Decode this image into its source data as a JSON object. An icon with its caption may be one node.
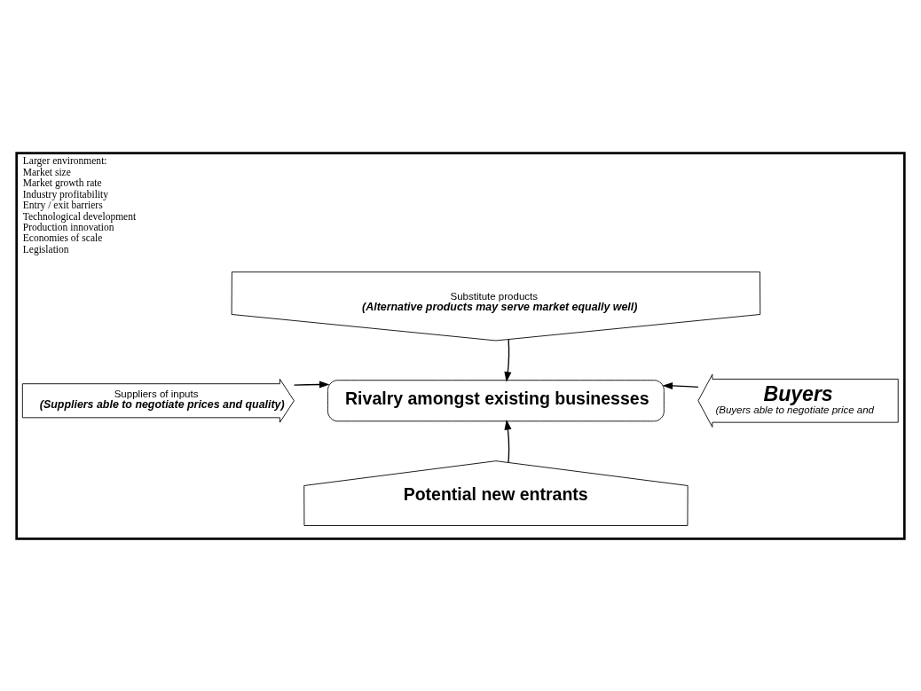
{
  "diagram": {
    "nodes": [
      {
        "text": [
          "Larger environment:",
          "Market size",
          "Market growth rate",
          "Industry profitability",
          "Entry / exit barriers",
          "Technological development",
          "Production innovation",
          "Economies of scale",
          "Legislation"
        ]
      },
      {
        "text": [
          "Substitute products",
          "(Alternative products may serve market equally well)"
        ],
        "in": 0
      },
      {
        "text": [
          "Suppliers of inputs",
          "(Suppliers able to negotiate prices and quality)"
        ],
        "in": 0
      },
      {
        "text": [
          "Rivalry amongst existing businesses"
        ],
        "in": 0
      },
      {
        "text": [
          "Buyers",
          "(Buyers able to negotiate price and"
        ],
        "in": 0
      },
      {
        "text": [
          "Potential new entrants"
        ],
        "in": 0
      }
    ],
    "edges": [
      {
        "from": 1,
        "to": 3,
        "arrow": "to"
      },
      {
        "from": 2,
        "to": 3,
        "arrow": "to"
      },
      {
        "from": 4,
        "to": 3,
        "arrow": "to"
      },
      {
        "from": 5,
        "to": 3,
        "arrow": "to"
      }
    ]
  }
}
